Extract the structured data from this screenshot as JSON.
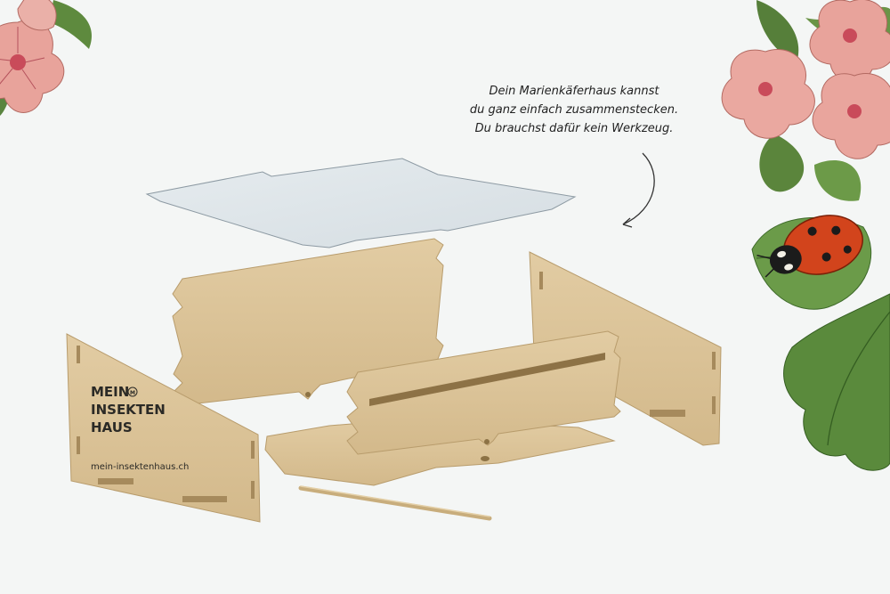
{
  "caption": {
    "line1": "Dein Marienkäferhaus kannst",
    "line2": "du ganz einfach zusammenstecken.",
    "line3": "Du brauchst dafür kein Werkzeug."
  },
  "brand": {
    "line1": "MEIN",
    "line2": "INSEKTEN",
    "line3": "HAUS",
    "mark": "M",
    "website": "mein-insektenhaus.ch"
  },
  "colors": {
    "background": "#f4f6f5",
    "wood": "#dcc49a",
    "wood_edge": "#b89c6c",
    "roof": "#dfe6ea",
    "flower": "#e8a39b",
    "leaf": "#5e8a3e",
    "ladybug": "#d2441c"
  }
}
